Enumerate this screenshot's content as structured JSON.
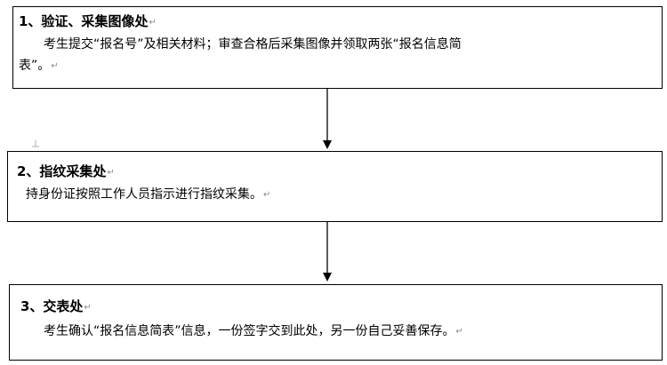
{
  "steps": [
    {
      "title": "1、验证、采集图像处",
      "body_line1": "考生提交“报名号”及相关材料；审查合格后采集图像并领取两张“报名信息简",
      "body_line2": "表”。"
    },
    {
      "title": "2、指纹采集处",
      "body_line1": "持身份证按照工作人员指示进行指纹采集。"
    },
    {
      "title": "3、交表处",
      "body_line1": "考生确认“报名信息简表”信息，一份签字交到此处，另一份自己妥善保存。"
    }
  ],
  "paragraph_mark": "↵",
  "colors": {
    "border": "#000000",
    "text": "#000000",
    "paragraph_mark": "#888888"
  }
}
